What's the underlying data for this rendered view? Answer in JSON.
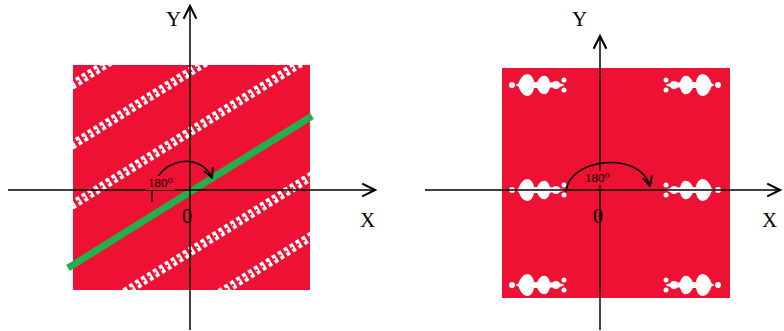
{
  "diagram": {
    "labels": [
      "Y",
      "180⁰",
      "0",
      "X",
      "Y",
      "180⁰",
      "0",
      "X"
    ]
  }
}
